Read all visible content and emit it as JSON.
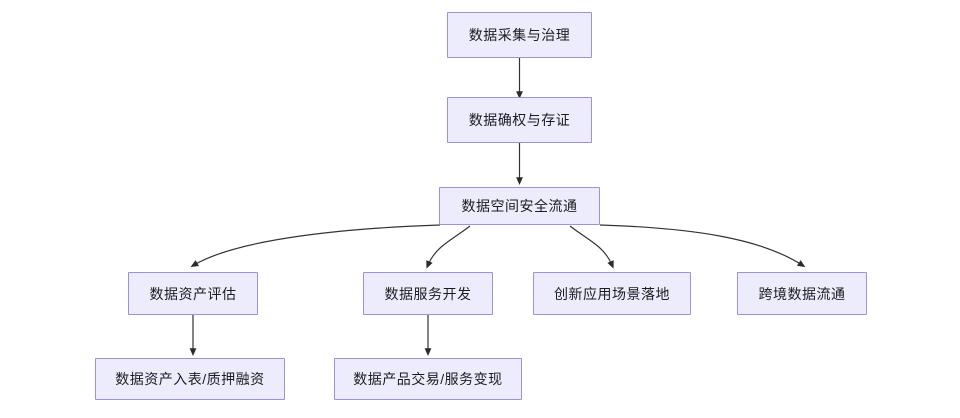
{
  "diagram": {
    "type": "flowchart",
    "direction": "top-to-bottom",
    "background_color": "#ffffff",
    "node_fill_color": "#ececfd",
    "node_border_color": "#9f8fdd",
    "node_text_color": "#1c1c20",
    "edge_color": "#333333",
    "nodes": [
      {
        "id": "n1",
        "label": "数据采集与治理"
      },
      {
        "id": "n2",
        "label": "数据确权与存证"
      },
      {
        "id": "n3",
        "label": "数据空间安全流通"
      },
      {
        "id": "n4",
        "label": "数据资产评估"
      },
      {
        "id": "n5",
        "label": "数据服务开发"
      },
      {
        "id": "n6",
        "label": "创新应用场景落地"
      },
      {
        "id": "n7",
        "label": "跨境数据流通"
      },
      {
        "id": "n8",
        "label": "数据资产入表/质押融资"
      },
      {
        "id": "n9",
        "label": "数据产品交易/服务变现"
      }
    ],
    "edges": [
      {
        "from": "n1",
        "to": "n2",
        "style": "straight-arrow"
      },
      {
        "from": "n2",
        "to": "n3",
        "style": "straight-arrow"
      },
      {
        "from": "n3",
        "to": "n4",
        "style": "curved-arrow"
      },
      {
        "from": "n3",
        "to": "n5",
        "style": "curved-arrow"
      },
      {
        "from": "n3",
        "to": "n6",
        "style": "curved-arrow"
      },
      {
        "from": "n3",
        "to": "n7",
        "style": "curved-arrow"
      },
      {
        "from": "n4",
        "to": "n8",
        "style": "straight-arrow"
      },
      {
        "from": "n5",
        "to": "n9",
        "style": "straight-arrow"
      }
    ]
  }
}
